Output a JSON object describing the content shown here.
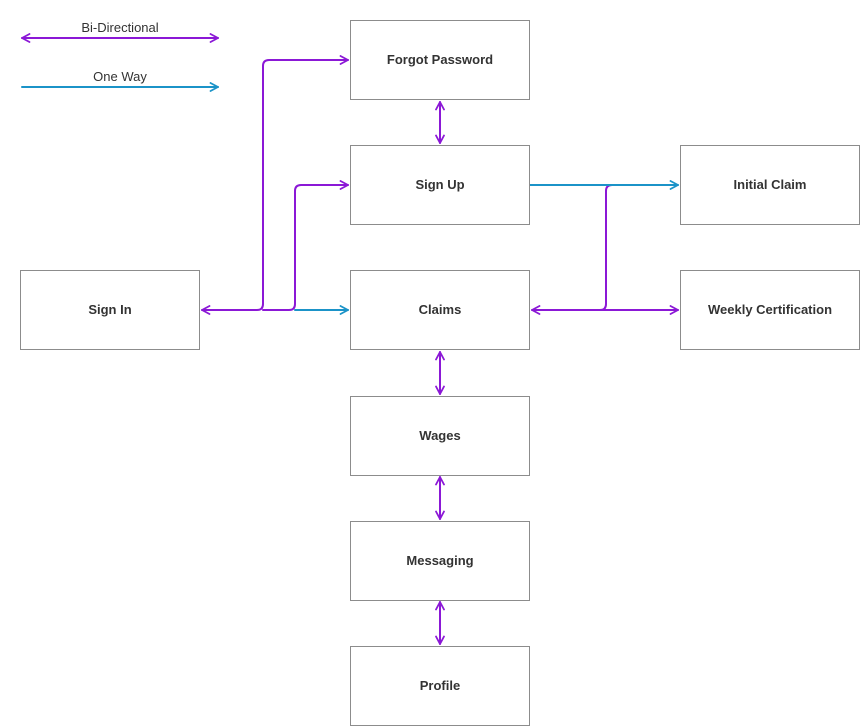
{
  "colors": {
    "bidirectional": "#8b18d6",
    "one_way": "#1b93c8",
    "node_border": "#8c8c8c",
    "text": "#333333"
  },
  "legend": {
    "bidirectional_label": "Bi-Directional",
    "one_way_label": "One Way"
  },
  "nodes": {
    "forgot_password": "Forgot Password",
    "sign_up": "Sign Up",
    "initial_claim": "Initial Claim",
    "sign_in": "Sign In",
    "claims": "Claims",
    "weekly_certification": "Weekly Certification",
    "wages": "Wages",
    "messaging": "Messaging",
    "profile": "Profile"
  },
  "connections": [
    {
      "from": "Sign In",
      "to": "Forgot Password",
      "direction": "bi-directional"
    },
    {
      "from": "Sign In",
      "to": "Sign Up",
      "direction": "bi-directional"
    },
    {
      "from": "Sign In",
      "to": "Claims",
      "direction": "one-way"
    },
    {
      "from": "Forgot Password",
      "to": "Sign Up",
      "direction": "bi-directional"
    },
    {
      "from": "Sign Up",
      "to": "Initial Claim",
      "direction": "one-way"
    },
    {
      "from": "Claims",
      "to": "Weekly Certification",
      "direction": "bi-directional"
    },
    {
      "from": "Claims",
      "to": "Initial Claim",
      "direction": "bi-directional"
    },
    {
      "from": "Claims",
      "to": "Wages",
      "direction": "bi-directional"
    },
    {
      "from": "Wages",
      "to": "Messaging",
      "direction": "bi-directional"
    },
    {
      "from": "Messaging",
      "to": "Profile",
      "direction": "bi-directional"
    }
  ]
}
